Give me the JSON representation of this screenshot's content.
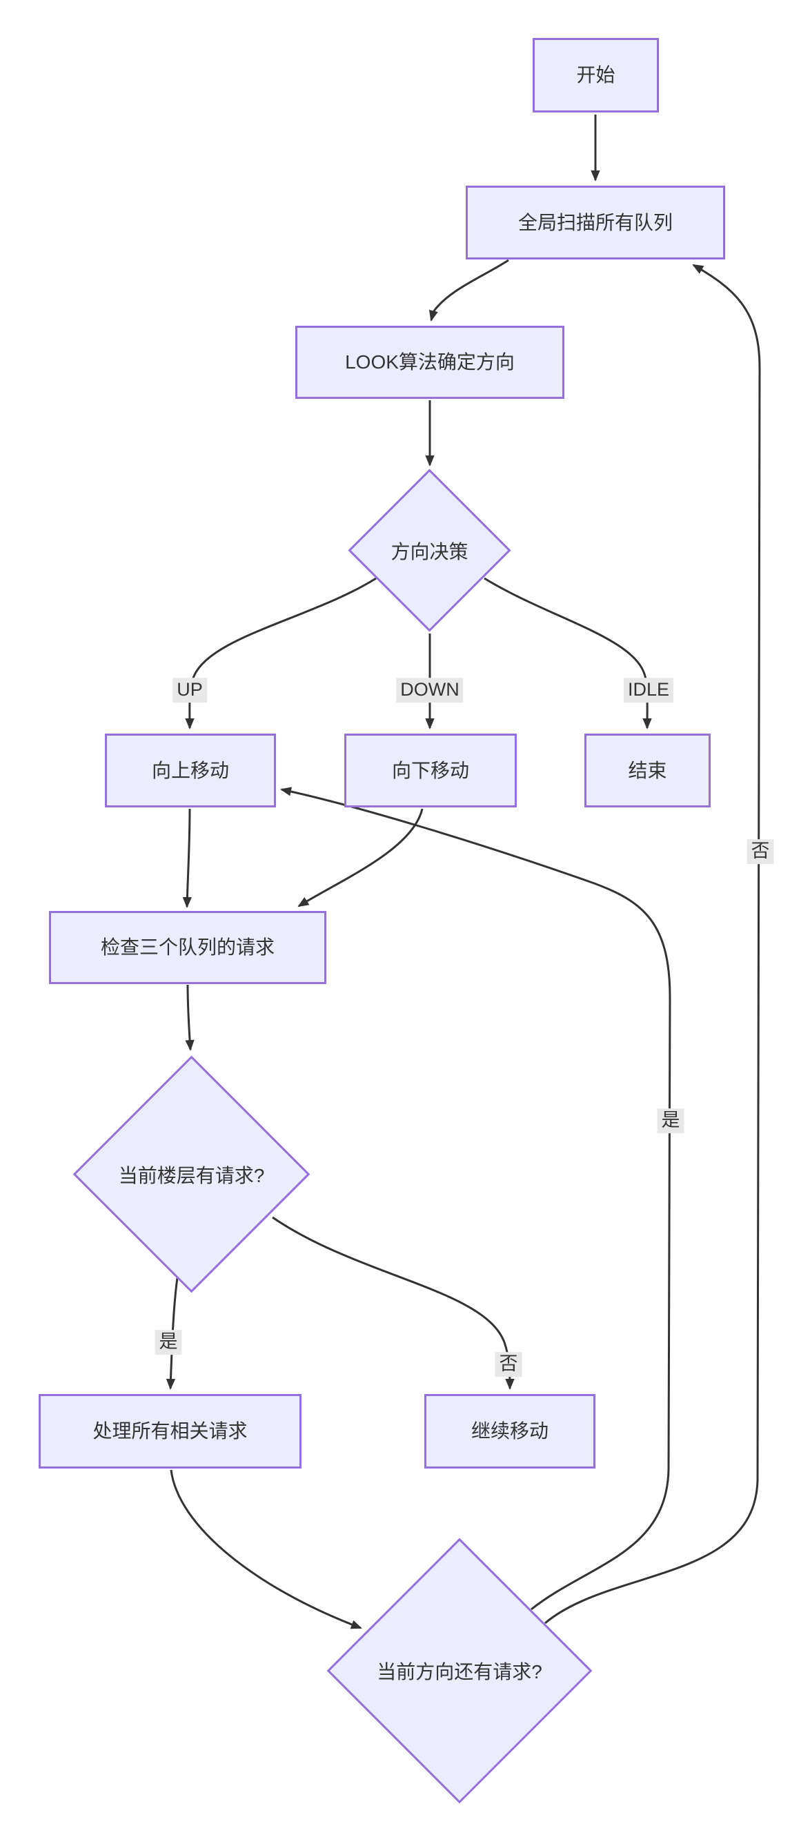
{
  "diagram": {
    "type": "flowchart",
    "direction": "top-down",
    "title": "",
    "nodes": {
      "start": {
        "label": "开始",
        "shape": "rect"
      },
      "scan": {
        "label": "全局扫描所有队列",
        "shape": "rect"
      },
      "look": {
        "label": "LOOK算法确定方向",
        "shape": "rect"
      },
      "direction_decision": {
        "label": "方向决策",
        "shape": "diamond"
      },
      "move_up": {
        "label": "向上移动",
        "shape": "rect"
      },
      "move_down": {
        "label": "向下移动",
        "shape": "rect"
      },
      "end": {
        "label": "结束",
        "shape": "rect"
      },
      "check_queues": {
        "label": "检查三个队列的请求",
        "shape": "rect"
      },
      "floor_request": {
        "label": "当前楼层有请求?",
        "shape": "diamond"
      },
      "process_requests": {
        "label": "处理所有相关请求",
        "shape": "rect"
      },
      "continue_move": {
        "label": "继续移动",
        "shape": "rect"
      },
      "direction_request": {
        "label": "当前方向还有请求?",
        "shape": "diamond"
      }
    },
    "edge_labels": {
      "up": "UP",
      "down": "DOWN",
      "idle": "IDLE",
      "floor_yes": "是",
      "floor_no": "否",
      "dir_yes": "是",
      "dir_no": "否"
    },
    "edges": [
      {
        "from": "start",
        "to": "scan",
        "label": ""
      },
      {
        "from": "scan",
        "to": "look",
        "label": ""
      },
      {
        "from": "look",
        "to": "direction_decision",
        "label": ""
      },
      {
        "from": "direction_decision",
        "to": "move_up",
        "label": "UP"
      },
      {
        "from": "direction_decision",
        "to": "move_down",
        "label": "DOWN"
      },
      {
        "from": "direction_decision",
        "to": "end",
        "label": "IDLE"
      },
      {
        "from": "move_up",
        "to": "check_queues",
        "label": ""
      },
      {
        "from": "move_down",
        "to": "check_queues",
        "label": ""
      },
      {
        "from": "check_queues",
        "to": "floor_request",
        "label": ""
      },
      {
        "from": "floor_request",
        "to": "process_requests",
        "label": "是"
      },
      {
        "from": "floor_request",
        "to": "continue_move",
        "label": "否"
      },
      {
        "from": "process_requests",
        "to": "direction_request",
        "label": ""
      },
      {
        "from": "direction_request",
        "to": "move_up",
        "label": "是"
      },
      {
        "from": "direction_request",
        "to": "scan",
        "label": "否"
      }
    ],
    "colors": {
      "node_fill": "#ECECFF",
      "node_border": "#9370DB",
      "edge": "#333333",
      "label_bg": "#e8e8e8",
      "text": "#333333",
      "background": "#ffffff"
    }
  }
}
